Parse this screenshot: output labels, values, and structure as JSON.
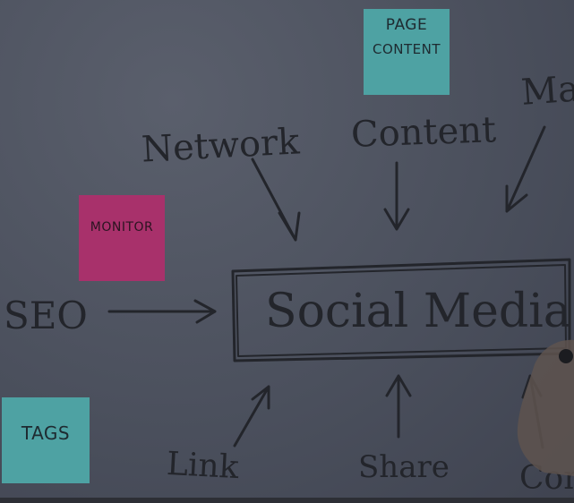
{
  "sticky_notes": {
    "page_content": {
      "line1": "PAGE",
      "line2": "CONTENT",
      "color": "#4fa6a6"
    },
    "monitor": {
      "text": "MONITOR",
      "color": "#b0346f"
    },
    "tags": {
      "text": "TAGS",
      "color": "#4fa6a6"
    }
  },
  "words": {
    "network": "Network",
    "content": "Content",
    "marketing_partial": "Mar",
    "seo": "SEO",
    "link": "Link",
    "share": "Share",
    "comments_partial": "Con"
  },
  "center_box": {
    "label": "Social Media"
  },
  "colors": {
    "board": "#4b505d",
    "marker": "#23252b"
  }
}
